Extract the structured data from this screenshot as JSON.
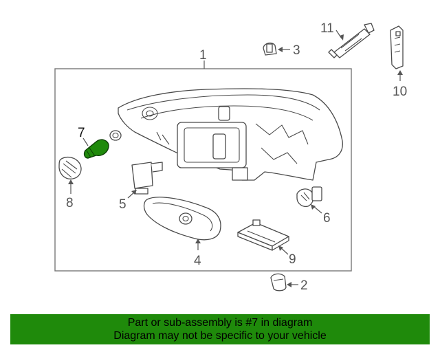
{
  "diagram": {
    "callouts": [
      "1",
      "2",
      "3",
      "4",
      "5",
      "6",
      "7",
      "8",
      "9",
      "10",
      "11"
    ],
    "highlighted_part": "7",
    "highlight_color": "#1f8a0b",
    "line_color": "#4a4a4a"
  },
  "banner": {
    "line1": "Part or sub-assembly is #7 in diagram",
    "line2": "Diagram may not be specific to your vehicle",
    "background": "#1f8a0b"
  }
}
